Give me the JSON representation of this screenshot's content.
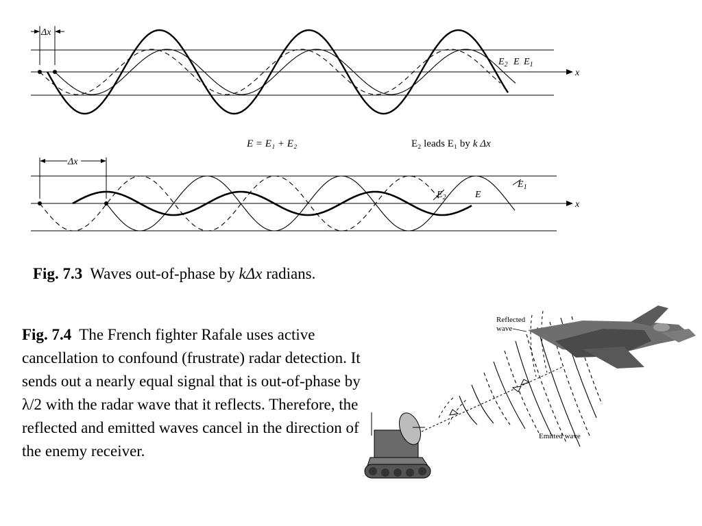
{
  "fig73": {
    "label": "Fig. 7.3",
    "caption_before": "Waves out-of-phase by ",
    "caption_k": "k",
    "caption_dx": "Δx",
    "caption_after": " radians.",
    "top_panel": {
      "delta_label": "Δx",
      "x_label": "x",
      "e2_label": "E",
      "e2_sub": "2",
      "e_label": "E",
      "e1_label": "E",
      "e1_sub": "1",
      "sum_formula": "E = E₁ + E₂",
      "lead_text_a": "E₂ leads E₁ by",
      "lead_text_b": "k Δx"
    },
    "bottom_panel": {
      "delta_label": "Δx",
      "x_label": "x",
      "e2_label": "E",
      "e2_sub": "2",
      "e_label": "E",
      "e1_label": "E",
      "e1_sub": "1"
    }
  },
  "fig74": {
    "label": "Fig. 7.4",
    "text_a": "The French fighter Rafale uses active cancellation to confound (frustrate) radar detection. It sends out a nearly equal signal that is out-of-phase by ",
    "lambda_part": "λ/2",
    "text_b": " with the radar wave that it reflects. Therefore, the reflected and emitted waves cancel in the direction of the enemy receiver.",
    "reflected_label_1": "Reflected",
    "reflected_label_2": "wave",
    "emitted_label": "Emitted wave"
  }
}
